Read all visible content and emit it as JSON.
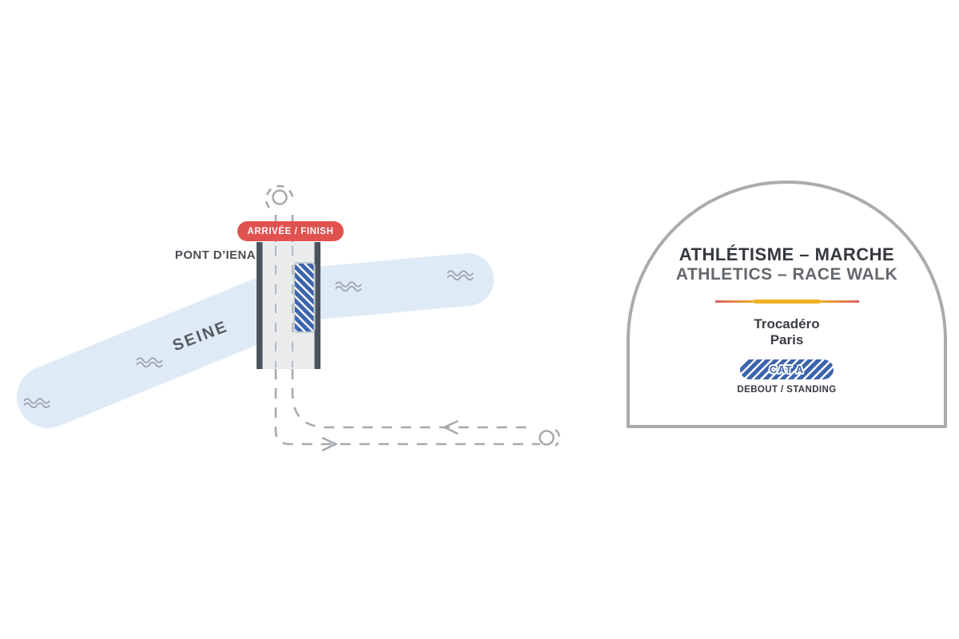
{
  "map": {
    "finish_badge_label": "ARRIVÉE / FINISH",
    "bridge_label": "PONT D’IENA",
    "river_label": "SEINE"
  },
  "panel": {
    "title_fr": "ATHLÉTISME – MARCHE",
    "title_en": "ATHLETICS – RACE WALK",
    "venue": "Trocadéro",
    "city": "Paris",
    "category_label": "CAT A",
    "category_note": "DEBOUT / STANDING"
  },
  "icons": {
    "wave": "wave-icon",
    "turnaround": "turnaround-loop-icon"
  },
  "colors": {
    "finish_red": "#e0524f",
    "stands_blue": "#3c64ae",
    "river_blue": "#dfeaf7",
    "accent_yellow": "#eeb224",
    "accent_pink": "#dd5f68",
    "route_gray": "#a6aaae",
    "bridge_dark": "#4b545e",
    "roadway_gray": "#e9ebed",
    "arch_gray": "#ababab",
    "text_dark": "#34383e",
    "text_gray": "#64686d"
  }
}
